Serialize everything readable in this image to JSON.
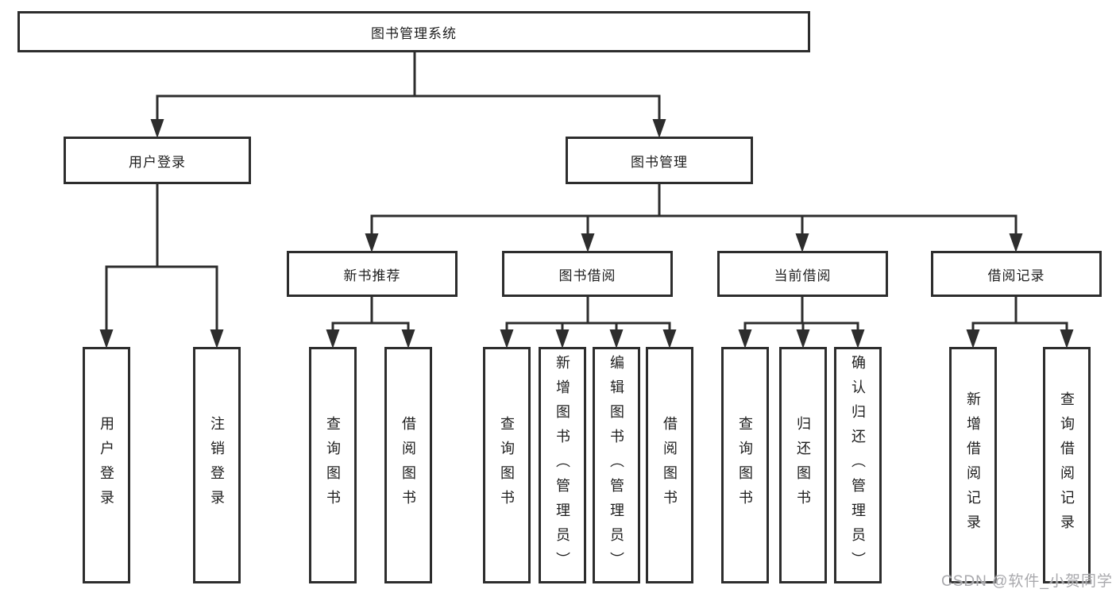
{
  "diagram_title": "图书管理系统",
  "tree": {
    "root": {
      "label": "图书管理系统"
    },
    "level2": [
      {
        "label": "用户登录",
        "parent": "图书管理系统"
      },
      {
        "label": "图书管理",
        "parent": "图书管理系统"
      }
    ],
    "level3": [
      {
        "label": "新书推荐",
        "parent": "图书管理"
      },
      {
        "label": "图书借阅",
        "parent": "图书管理"
      },
      {
        "label": "当前借阅",
        "parent": "图书管理"
      },
      {
        "label": "借阅记录",
        "parent": "图书管理"
      }
    ],
    "leaves": [
      {
        "label": "用户登录",
        "parent": "用户登录"
      },
      {
        "label": "注销登录",
        "parent": "用户登录"
      },
      {
        "label": "查询图书",
        "parent": "新书推荐"
      },
      {
        "label": "借阅图书",
        "parent": "新书推荐"
      },
      {
        "label": "查询图书",
        "parent": "图书借阅"
      },
      {
        "label": "新增图书（管理员）",
        "parent": "图书借阅"
      },
      {
        "label": "编辑图书（管理员）",
        "parent": "图书借阅"
      },
      {
        "label": "借阅图书",
        "parent": "图书借阅"
      },
      {
        "label": "查询图书",
        "parent": "当前借阅"
      },
      {
        "label": "归还图书",
        "parent": "当前借阅"
      },
      {
        "label": "确认归还（管理员）",
        "parent": "当前借阅"
      },
      {
        "label": "新增借阅记录",
        "parent": "借阅记录"
      },
      {
        "label": "查询借阅记录",
        "parent": "借阅记录"
      }
    ]
  },
  "watermark": {
    "text": "CSDN @软件_小贺同学"
  },
  "colors": {
    "line": "#2d2d2d",
    "text": "#1e1e1e",
    "watermark": "#a9a9ad",
    "background": "#ffffff"
  }
}
